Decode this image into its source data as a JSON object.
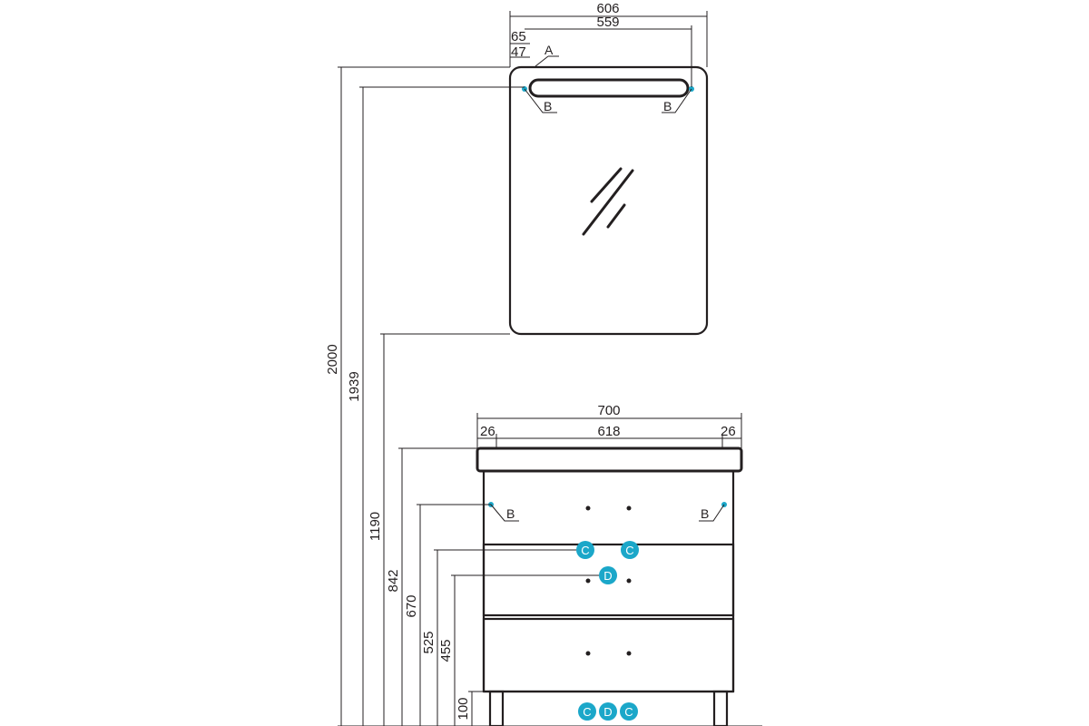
{
  "colors": {
    "line": "#231f20",
    "marker": "#1ba7c9",
    "background": "#ffffff"
  },
  "mirror": {
    "width_outer": "606",
    "width_mount": "559",
    "offset_top": "65",
    "offset_side": "47",
    "callout_a": "A",
    "callout_b_left": "B",
    "callout_b_right": "B"
  },
  "vanity": {
    "width_total": "700",
    "edge_left": "26",
    "width_inner": "618",
    "edge_right": "26",
    "callout_b_left": "B",
    "callout_b_right": "B",
    "marker_c1": "C",
    "marker_c2": "C",
    "marker_d": "D",
    "floor_c1": "C",
    "floor_d": "D",
    "floor_c2": "C"
  },
  "heights": {
    "h_2000": "2000",
    "h_1939": "1939",
    "h_1190": "1190",
    "h_842": "842",
    "h_670": "670",
    "h_525": "525",
    "h_455": "455",
    "h_100": "100"
  }
}
